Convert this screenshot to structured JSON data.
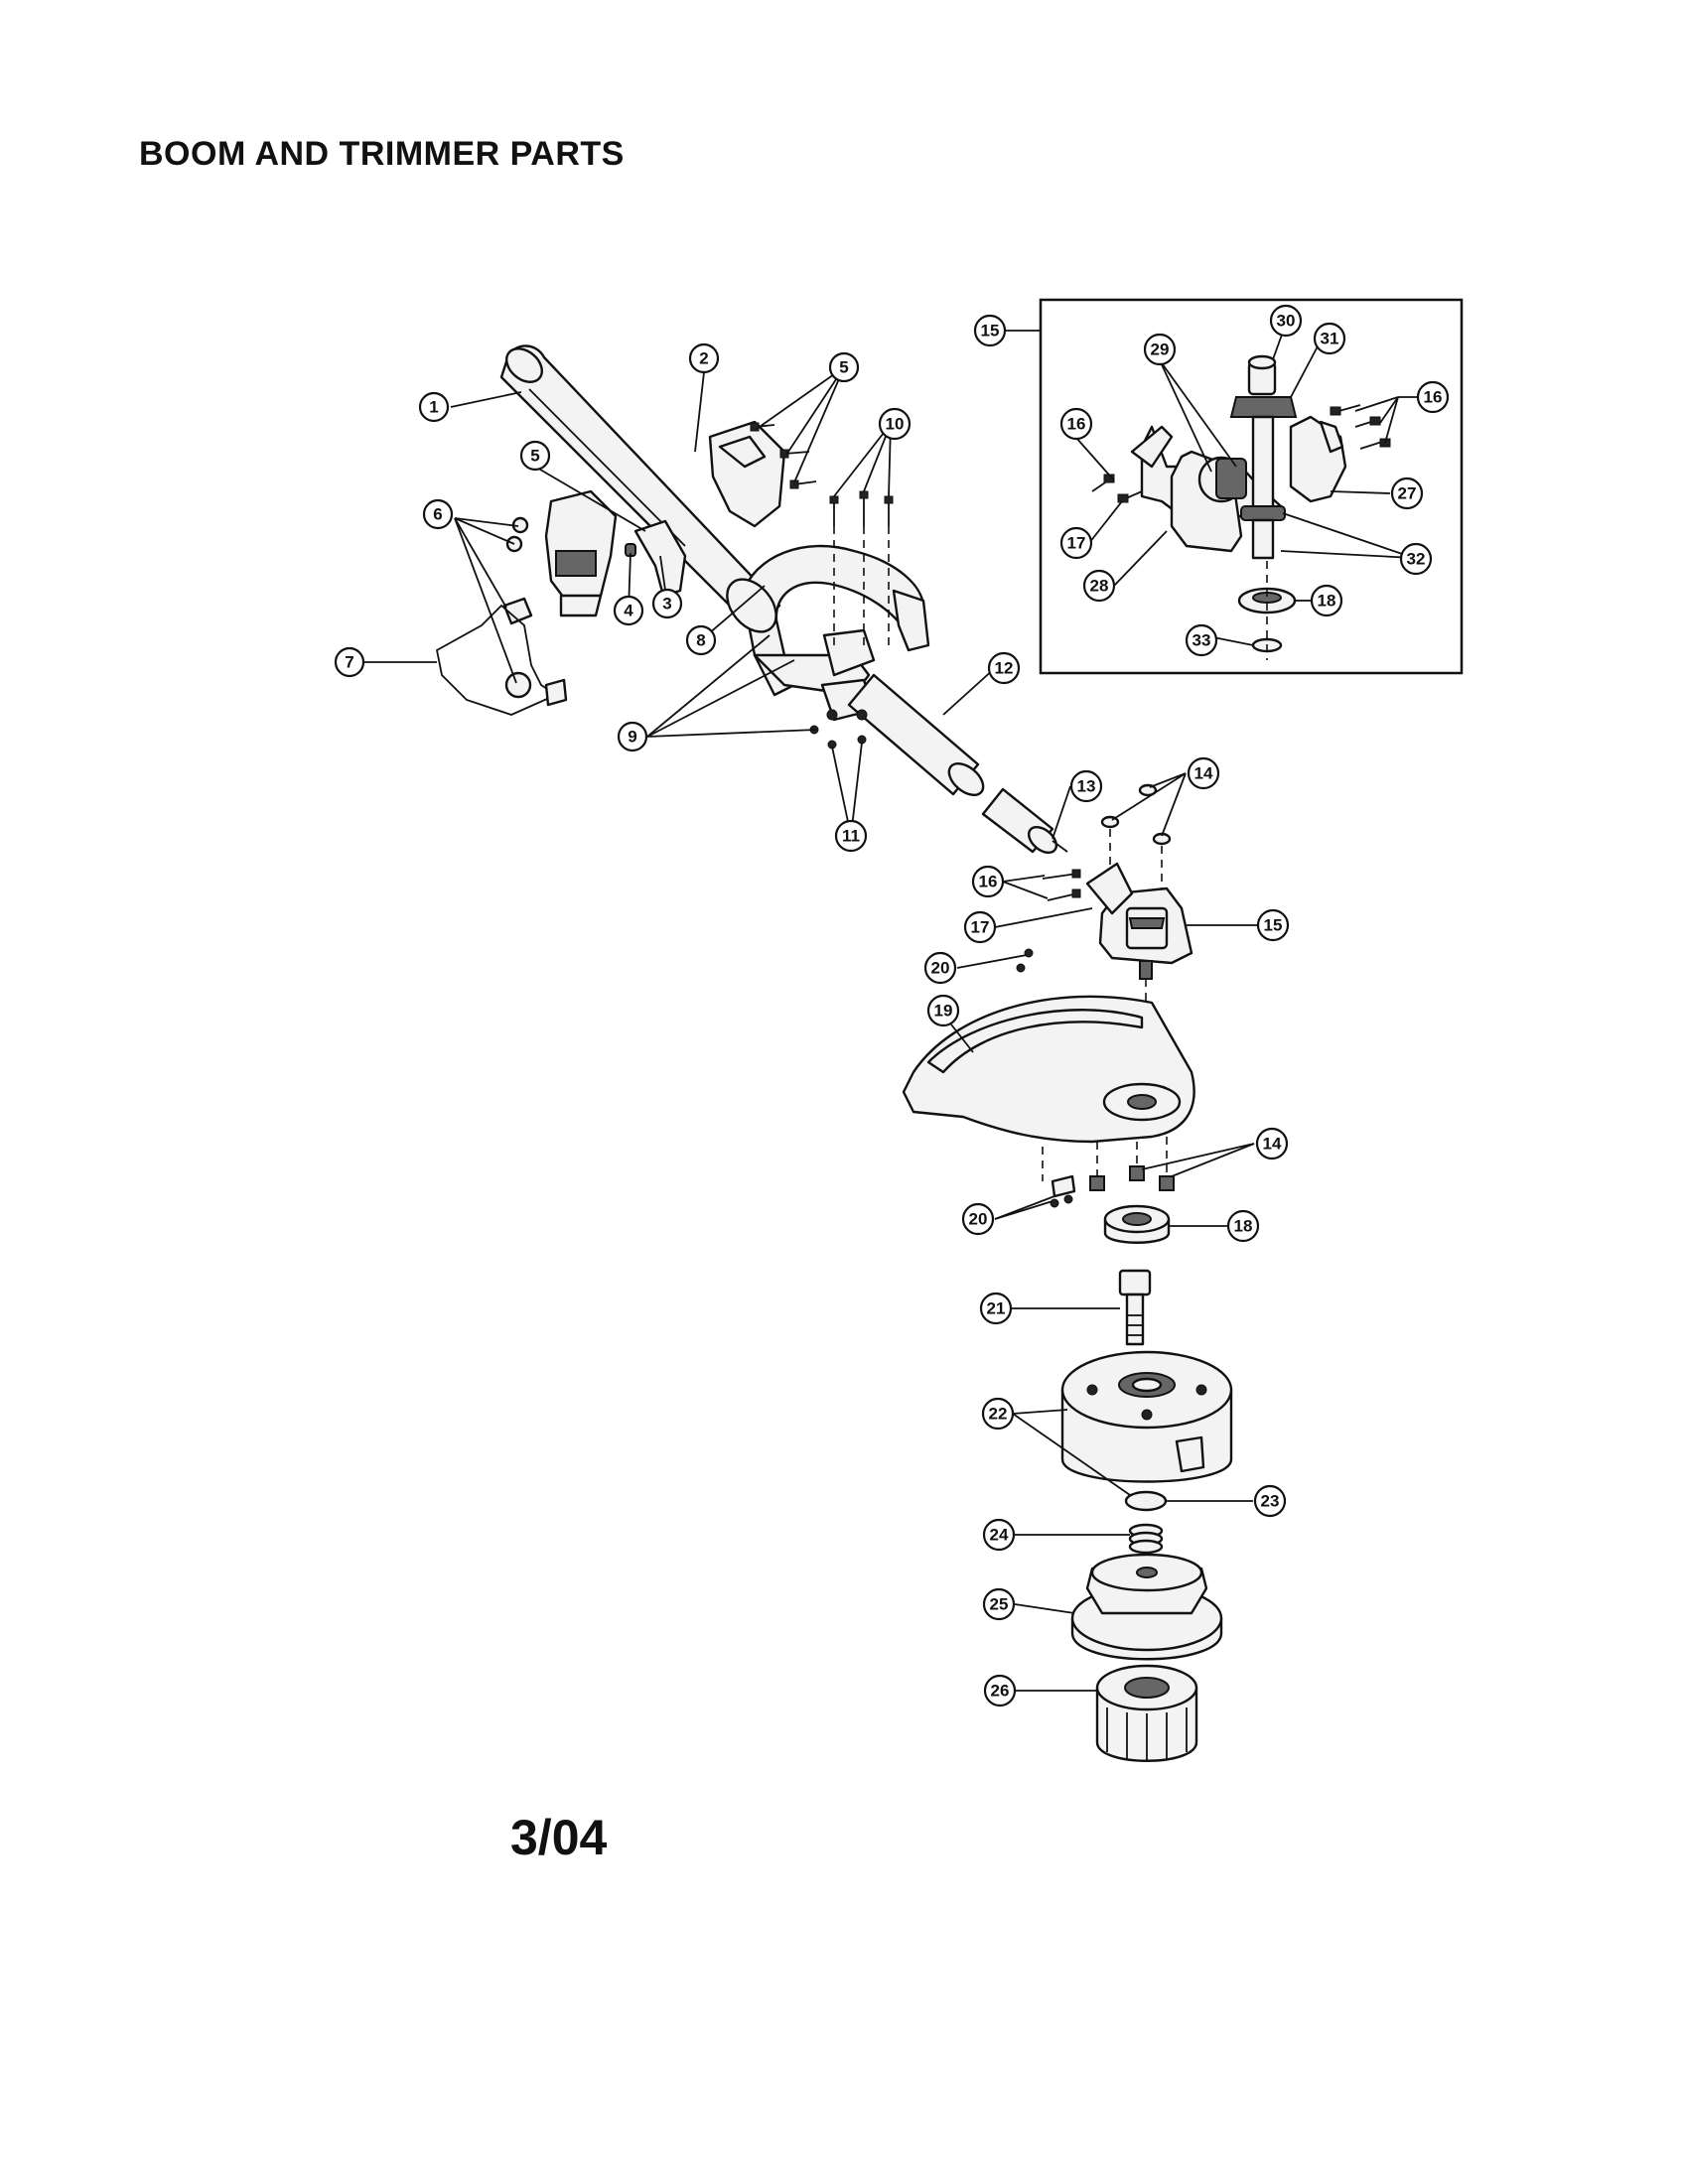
{
  "header": {
    "title": "BOOM AND TRIMMER PARTS"
  },
  "footer": {
    "date": "3/04"
  },
  "callouts": [
    "1",
    "2",
    "3",
    "4",
    "5",
    "5",
    "6",
    "7",
    "8",
    "9",
    "10",
    "11",
    "12",
    "13",
    "14",
    "14",
    "15",
    "15",
    "16",
    "16",
    "17",
    "17",
    "18",
    "18",
    "19",
    "20",
    "20",
    "21",
    "22",
    "23",
    "24",
    "25",
    "26",
    "27",
    "28",
    "29",
    "30",
    "31",
    "32",
    "33"
  ]
}
